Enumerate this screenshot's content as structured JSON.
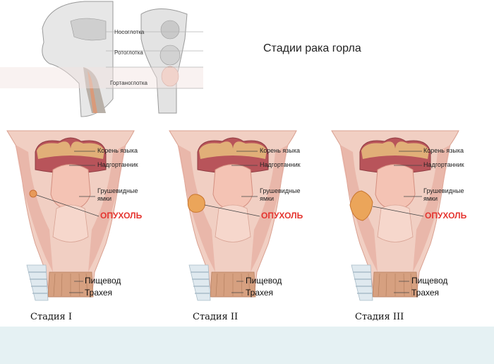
{
  "title": "Стадии рака горла",
  "anatomy": {
    "nasopharynx": "Носоглотка",
    "oropharynx": "Ротоглотка",
    "laryngopharynx": "Гортаноглотка"
  },
  "labels": {
    "tongue_root": "Корень языка",
    "epiglottis": "Надгортанник",
    "piriform_line1": "Грушевидные",
    "piriform_line2": "ямки",
    "tumor": "ОПУХОЛЬ",
    "esophagus": "Пищевод",
    "trachea": "Трахея"
  },
  "stages": [
    "Стадия I",
    "Стадия II",
    "Стадия III"
  ],
  "colors": {
    "tumor_label": "#e53530",
    "bottom_band": "#e5f1f3",
    "tissue": "#efc3b4",
    "tissue_dark": "#d58f80"
  }
}
